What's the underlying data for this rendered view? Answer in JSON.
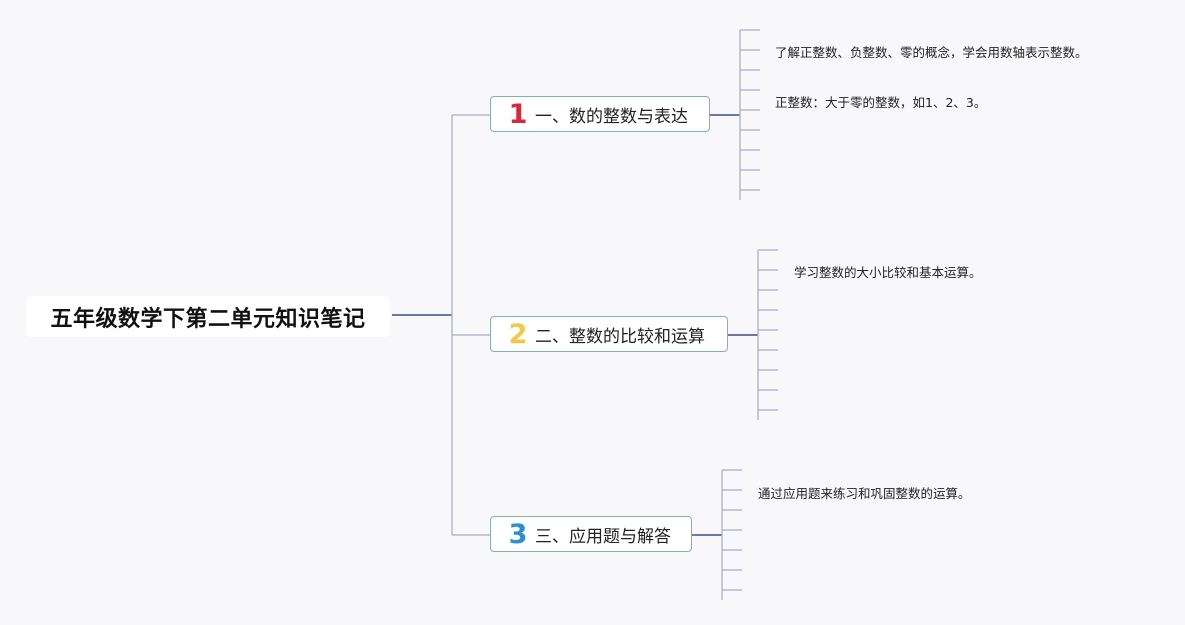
{
  "root": {
    "title": "五年级数学下第二单元知识笔记"
  },
  "topics": [
    {
      "number": "1",
      "number_color": "#d8263a",
      "label": "一、数的整数与表达",
      "leaves": [
        "了解正整数、负整数、零的概念，学会用数轴表示整数。",
        "正整数：大于零的整数，如1、2、3。"
      ]
    },
    {
      "number": "2",
      "number_color": "#f2c84b",
      "label": "二、整数的比较和运算",
      "leaves": [
        "学习整数的大小比较和基本运算。"
      ]
    },
    {
      "number": "3",
      "number_color": "#2c8fd4",
      "label": "三、应用题与解答",
      "leaves": [
        "通过应用题来练习和巩固整数的运算。"
      ]
    }
  ],
  "colors": {
    "connector": "#3c4f8a",
    "tick": "#a9a9c9",
    "topic_border": "#7fb5a2"
  }
}
